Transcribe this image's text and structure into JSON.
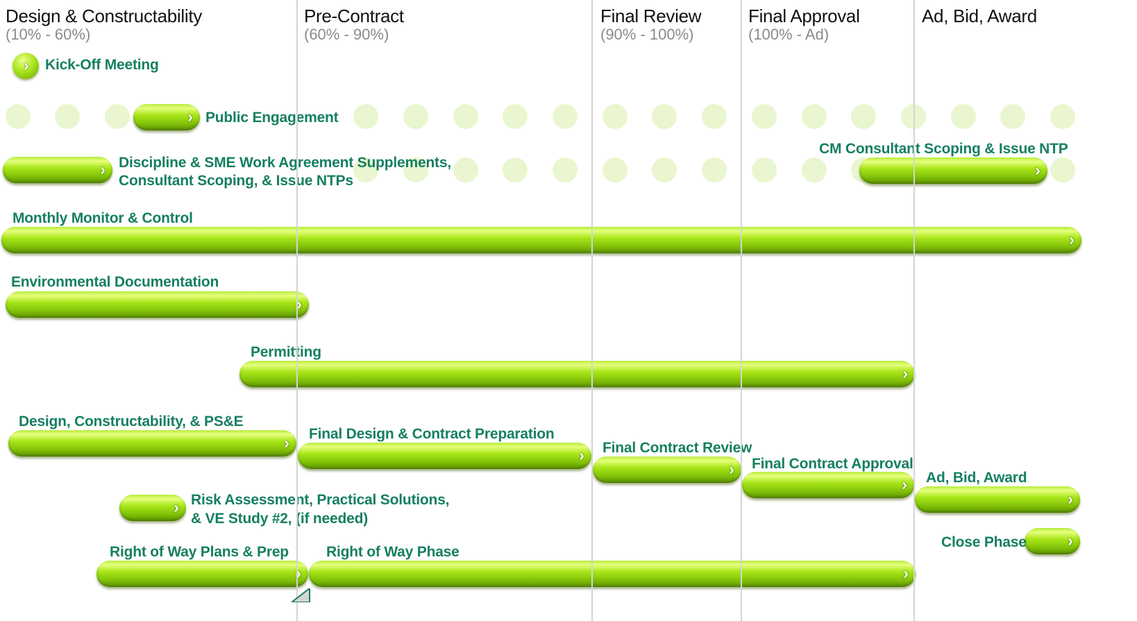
{
  "phases": [
    {
      "name": "Design & Constructability",
      "range": "(10% - 60%)"
    },
    {
      "name": "Pre-Contract",
      "range": "(60% - 90%)"
    },
    {
      "name": "Final Review",
      "range": "(90% - 100%)"
    },
    {
      "name": "Final Approval",
      "range": "(100% - Ad)"
    },
    {
      "name": "Ad, Bid, Award",
      "range": ""
    }
  ],
  "tasks": {
    "kick_off": "Kick-Off Meeting",
    "public_engagement": "Public Engagement",
    "discipline_line1": "Discipline & SME Work Agreement Supplements,",
    "discipline_line2": "Consultant Scoping, & Issue NTPs",
    "cm_consultant": "CM Consultant Scoping & Issue NTP",
    "monthly_monitor": "Monthly Monitor & Control",
    "environmental": "Environmental Documentation",
    "permitting": "Permitting",
    "design_pse": "Design, Constructability, & PS&E",
    "final_design": "Final Design & Contract Preparation",
    "final_contract_review": "Final Contract Review",
    "final_contract_approval": "Final Contract Approval",
    "ad_bid_award": "Ad, Bid, Award",
    "risk_line1": "Risk Assessment, Practical Solutions,",
    "risk_line2": "& VE Study #2, (if needed)",
    "close_phase": "Close Phase",
    "row_plans": "Right of Way Plans & Prep",
    "row_phase": "Right of Way Phase"
  },
  "icons": {
    "chevron": "chevron-right-icon"
  },
  "colors": {
    "bar": "#9fdc14",
    "label": "#157f61",
    "divider": "#d4d4d4",
    "dot": "#eaf6cf"
  }
}
